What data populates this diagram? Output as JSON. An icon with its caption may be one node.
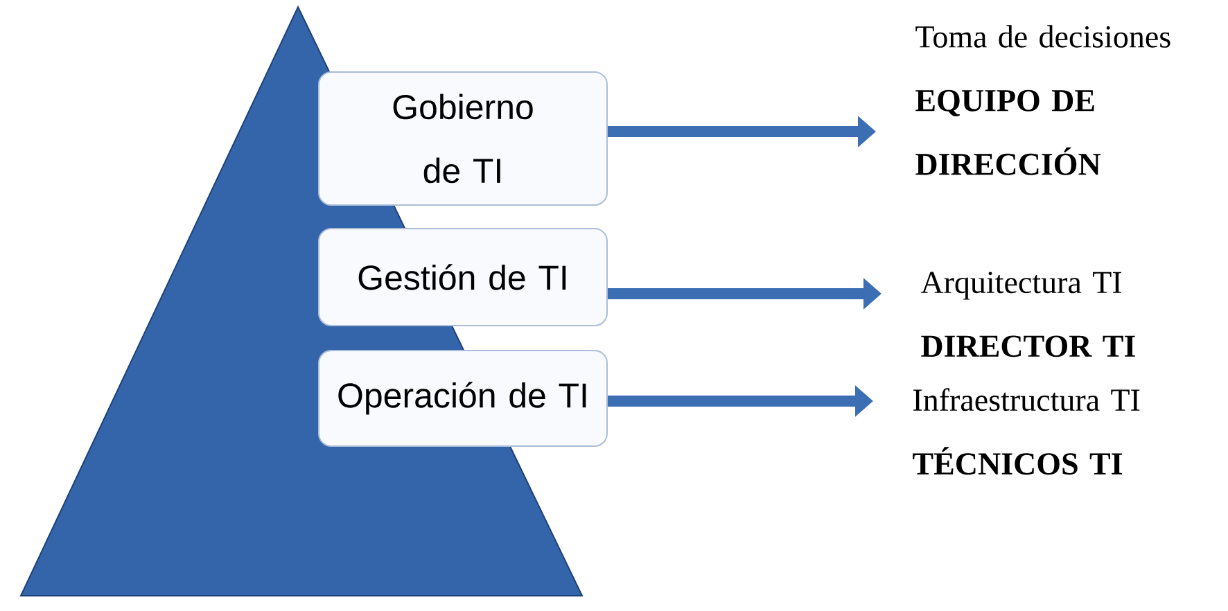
{
  "diagram": {
    "nodes": [
      {
        "text": [
          "Gobierno de TI"
        ]
      },
      {
        "text": [
          "Gestión de TI"
        ]
      },
      {
        "text": [
          "Operación de TI"
        ]
      },
      {
        "text": [
          "Toma de decisiones",
          "EQUIPO DE DIRECCIÓN"
        ]
      },
      {
        "text": [
          "Arquitectura TI",
          "DIRECTOR TI"
        ]
      },
      {
        "text": [
          "Infraestructura TI",
          "TÉCNICOS TI"
        ]
      }
    ],
    "edges": [
      {
        "from": 0,
        "to": 3,
        "arrow": "to"
      },
      {
        "from": 1,
        "to": 4,
        "arrow": "to"
      },
      {
        "from": 2,
        "to": 5,
        "arrow": "to"
      }
    ]
  }
}
